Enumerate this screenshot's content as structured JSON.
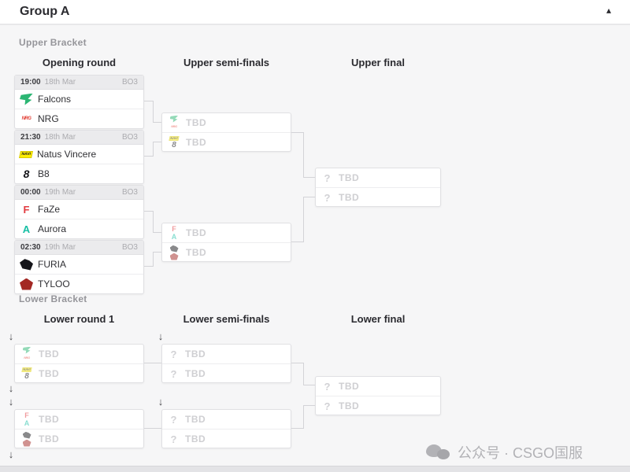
{
  "header": {
    "title": "Group A",
    "collapse_icon": "▴"
  },
  "icons": {
    "nrg": "NRG",
    "navi": "NAVI",
    "b8": "8",
    "faze": "F",
    "aurora": "A",
    "question_mark": "?",
    "drop_arrow": "↓"
  },
  "upper": {
    "label": "Upper Bracket",
    "columns": {
      "opening": "Opening round",
      "semis": "Upper semi-finals",
      "final": "Upper final"
    },
    "matches": [
      {
        "time": "19:00",
        "date": "18th Mar",
        "format": "BO3",
        "team1": "Falcons",
        "team2": "NRG"
      },
      {
        "time": "21:30",
        "date": "18th Mar",
        "format": "BO3",
        "team1": "Natus Vincere",
        "team2": "B8"
      },
      {
        "time": "00:00",
        "date": "19th Mar",
        "format": "BO3",
        "team1": "FaZe",
        "team2": "Aurora"
      },
      {
        "time": "02:30",
        "date": "19th Mar",
        "format": "BO3",
        "team1": "FURIA",
        "team2": "TYLOO"
      }
    ]
  },
  "lower": {
    "label": "Lower Bracket",
    "columns": {
      "round1": "Lower round 1",
      "semis": "Lower semi-finals",
      "final": "Lower final"
    }
  },
  "tbd": "TBD",
  "watermark": "公众号 · CSGO国服",
  "colors": {
    "falcons": "#2cb673",
    "nrg": "#e23c32",
    "navi": "#ffee00",
    "b8": "#15151a",
    "faze": "#e23c41",
    "aurora": "#17bfa4",
    "furia": "#15151a",
    "tyloo": "#a32824",
    "watermark_gray": "#b2b2b6",
    "panel_bg": "#f6f6f7"
  }
}
